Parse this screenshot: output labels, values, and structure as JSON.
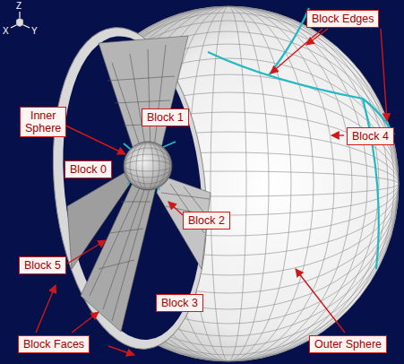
{
  "diagram": {
    "nodes": [
      {
        "text": [
          "Block Edges"
        ]
      },
      {
        "text": [
          "Block 1"
        ]
      },
      {
        "text": [
          "Inner Sphere"
        ]
      },
      {
        "text": [
          "Block 4"
        ]
      },
      {
        "text": [
          "Block 0"
        ]
      },
      {
        "text": [
          "Block 2"
        ]
      },
      {
        "text": [
          "Block 5"
        ]
      },
      {
        "text": [
          "Block 3"
        ]
      },
      {
        "text": [
          "Block Faces"
        ]
      },
      {
        "text": [
          "Outer Sphere"
        ]
      }
    ],
    "labels": [
      "Z",
      "X",
      "Y"
    ]
  }
}
